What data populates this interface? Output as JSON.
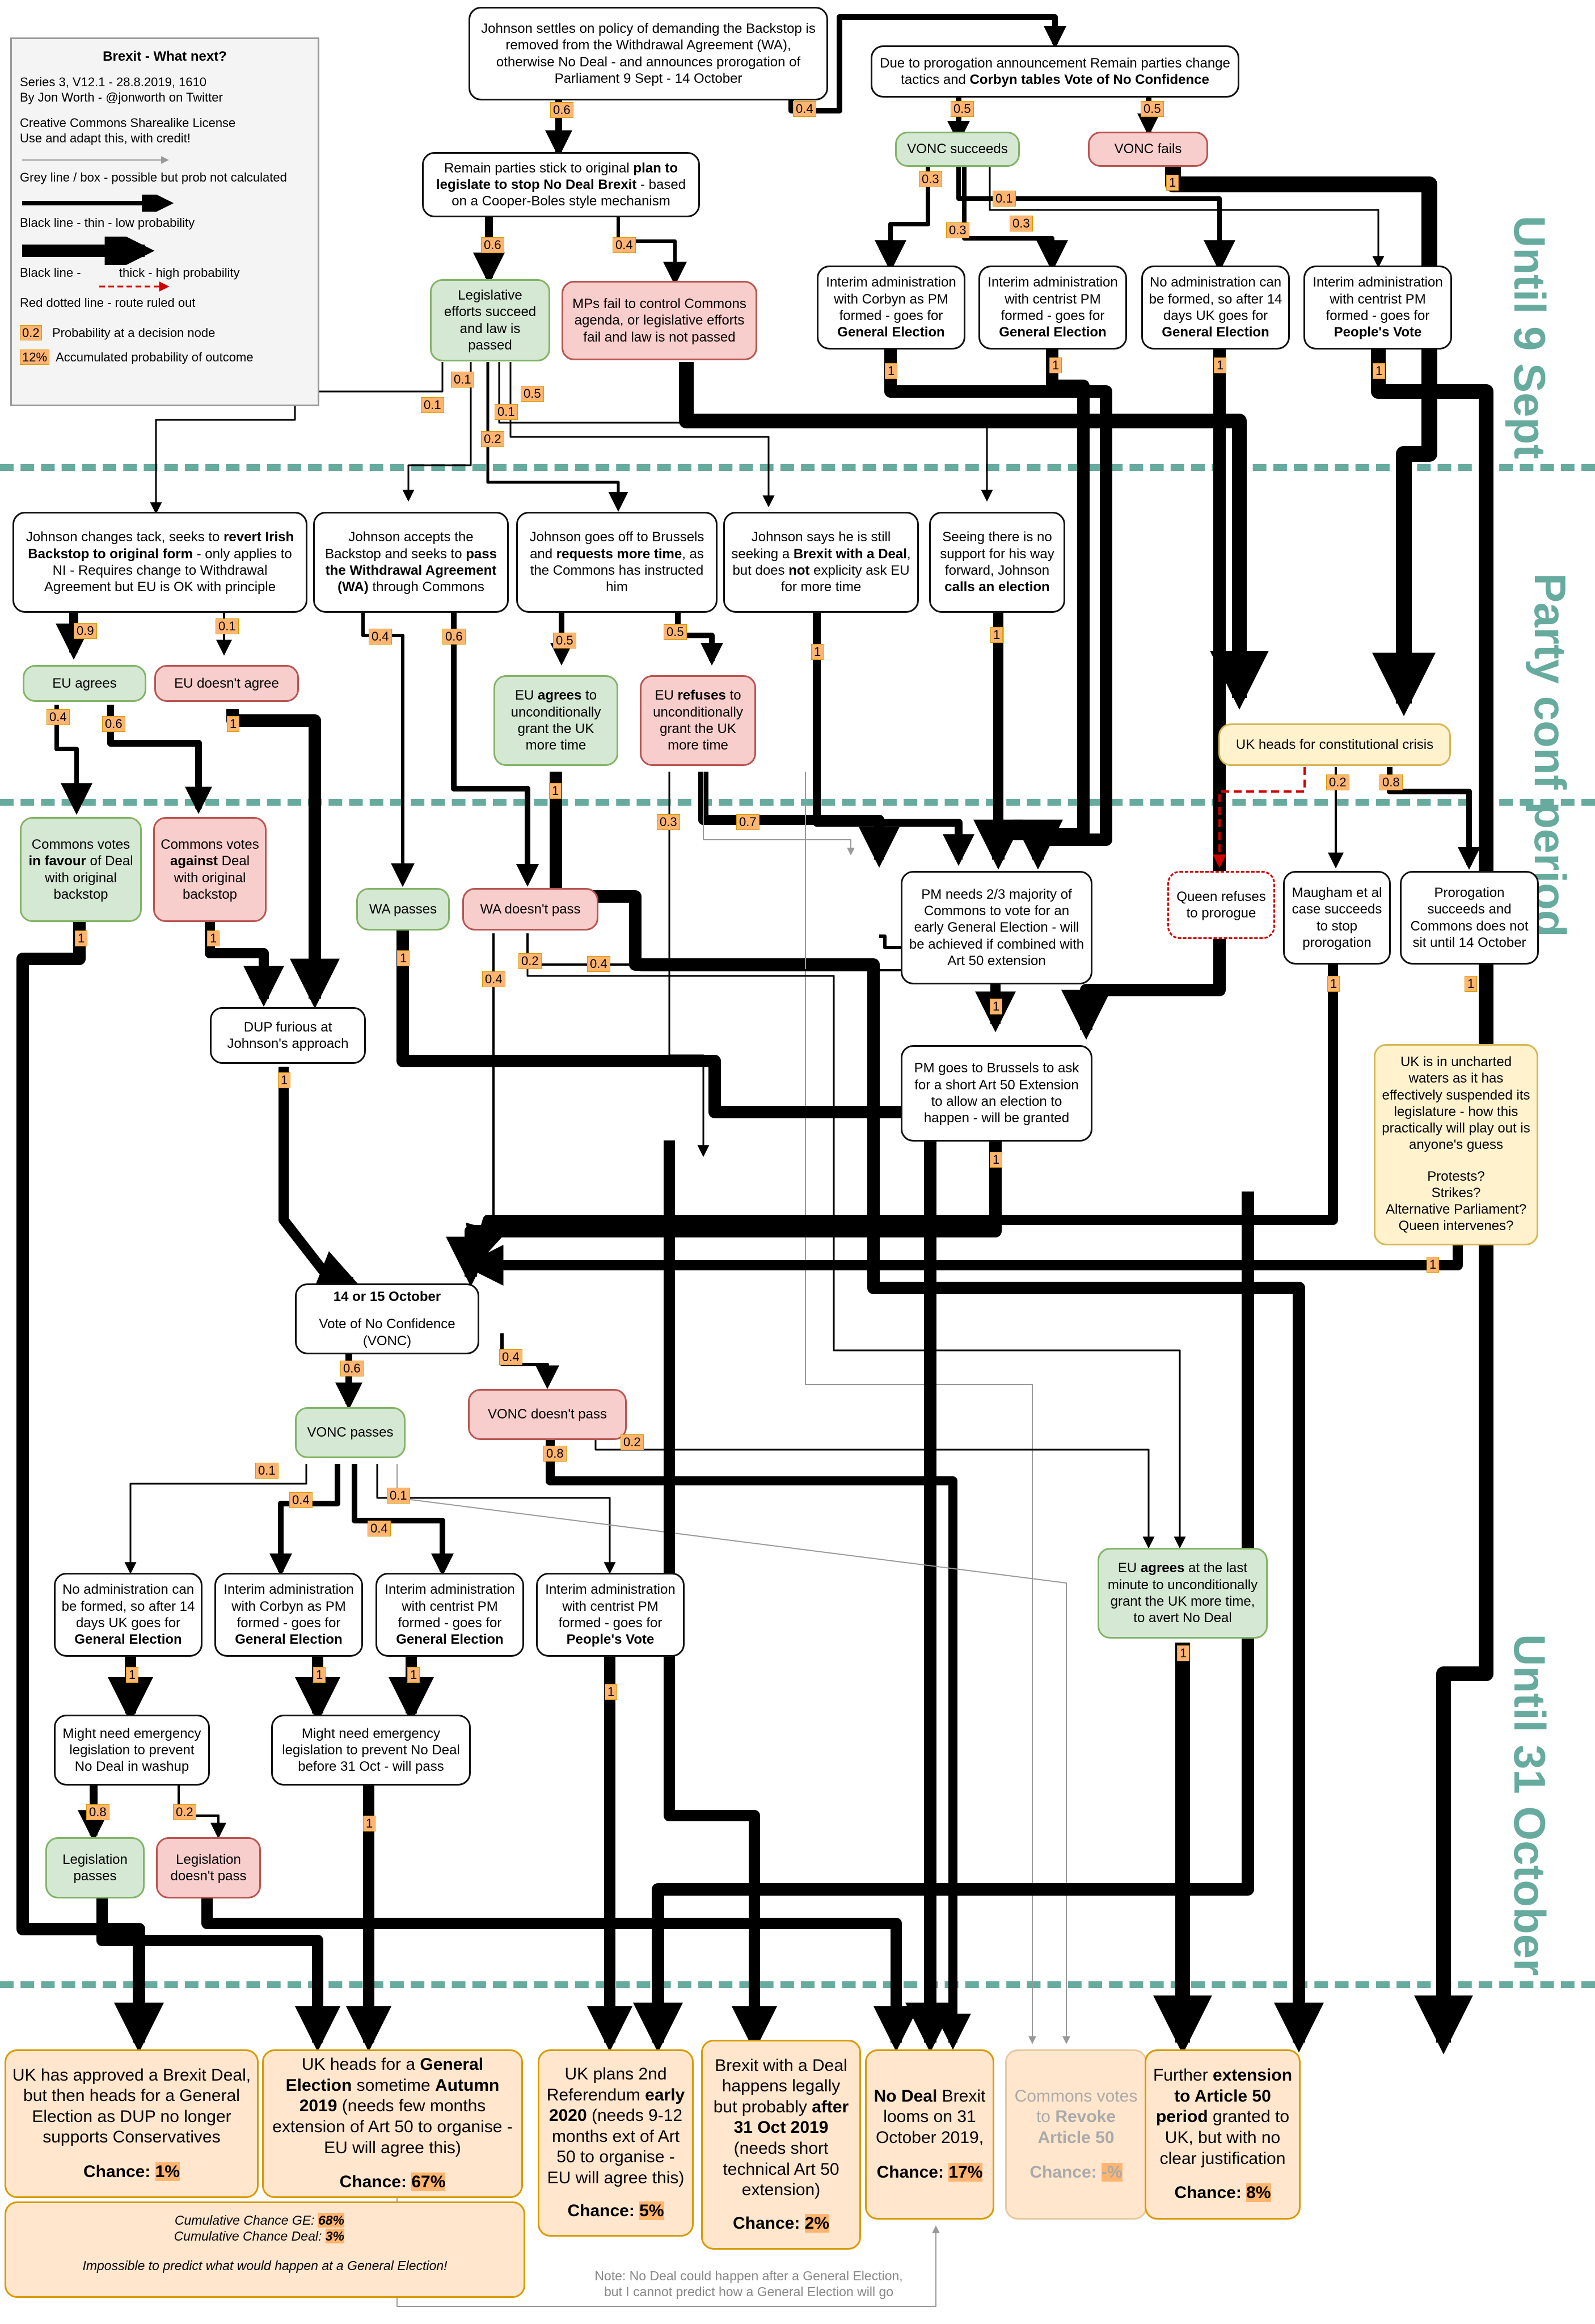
{
  "periods": [
    "Until 9 Sept",
    "Party conf period",
    "Until 31 October"
  ],
  "legend": {
    "title": "Brexit - What next?",
    "meta": [
      "Series 3, V12.1 - 28.8.2019, 1610",
      "By Jon Worth - @jonworth on Twitter"
    ],
    "license": [
      "Creative Commons Sharealike License",
      "Use and adapt this, with credit!"
    ],
    "grey_line": "Grey line / box - possible but prob not calculated",
    "thin_line": "Black line - thin - low probability",
    "thick_line_a": "Black line -",
    "thick_line_b": "thick - high probability",
    "red_line": "Red dotted line - route ruled out",
    "prob_box": "0.2",
    "prob_text": "Probability at a decision node",
    "acc_box": "12%",
    "acc_text": "Accumulated probability of outcome"
  },
  "nodes": {
    "n_start": "Johnson settles on policy of demanding the Backstop is removed from the Withdrawal Agreement (WA), otherwise No Deal - and announces prorogation of Parliament 9 Sept - 14 October",
    "n_remain": [
      "Remain parties stick to original ",
      "plan to legislate to stop No Deal Brexit",
      " - based on a Cooper-Boles style mechanism"
    ],
    "n_prorog_tactics": [
      "Due to prorogation announcement Remain parties change tactics and ",
      "Corbyn tables Vote of No Confidence"
    ],
    "n_vonc_succeeds": "VONC succeeds",
    "n_vonc_fails": "VONC fails",
    "n_leg_succeed": "Legislative efforts succeed and law is passed",
    "n_mps_fail": "MPs fail to control Commons agenda, or legislative efforts fail and law is not passed",
    "n_ia_corbyn": [
      "Interim administration with Corbyn as PM formed - goes for ",
      "General Election"
    ],
    "n_ia_centrist": [
      "Interim administration with centrist PM formed - goes for ",
      "General Election"
    ],
    "n_no_admin": [
      "No administration can be formed, so after 14 days UK goes for ",
      "General Election"
    ],
    "n_ia_pv": [
      "Interim administration with centrist PM formed - goes for ",
      "People's Vote"
    ],
    "n_revert": [
      "Johnson changes tack, seeks to ",
      "revert Irish Backstop to original form",
      " - only applies to NI - Requires change to Withdrawal Agreement but EU is OK with principle"
    ],
    "n_accept_wa": [
      "Johnson accepts the Backstop and seeks to ",
      "pass the Withdrawal Agreement (WA)",
      " through Commons"
    ],
    "n_brussels": [
      "Johnson goes off to Brussels and ",
      "requests more time",
      ", as the Commons has instructed him"
    ],
    "n_still_deal": [
      "Johnson says he is still seeking a ",
      "Brexit with a Deal",
      ", but does ",
      "not",
      " explicity ask EU for more time"
    ],
    "n_election": [
      "Seeing there is no support for his way forward, Johnson ",
      "calls an election"
    ],
    "n_eu_agrees": "EU agrees",
    "n_eu_doesnt": "EU doesn't agree",
    "n_eu_agrees_time": [
      "EU ",
      "agrees",
      " to unconditionally grant the UK more time"
    ],
    "n_eu_refuses_time": [
      "EU ",
      "refuses",
      " to unconditionally grant the UK more time"
    ],
    "n_const_crisis": "UK heads for constitutional crisis",
    "n_commons_favour": [
      "Commons votes ",
      "in favour",
      " of Deal with original backstop"
    ],
    "n_commons_against": [
      "Commons votes ",
      "against",
      " Deal with original backstop"
    ],
    "n_wa_passes": "WA passes",
    "n_wa_doesnt": "WA doesn't pass",
    "n_pm_two_thirds": "PM needs 2/3 majority of Commons to vote for an early General Election - will be achieved if combined with Art 50 extension",
    "n_queen_refuses": "Queen refuses to prorogue",
    "n_maugham": "Maugham et al case succeeds to stop prorogation",
    "n_prorog_succeeds": "Prorogation succeeds and Commons does not sit until 14 October",
    "n_dup": "DUP furious at Johnson's approach",
    "n_pm_brussels": "PM goes to Brussels to ask for a short Art 50 Extension to allow an election to happen - will be granted",
    "n_uncharted": [
      "UK is in uncharted waters as it has effectively suspended its legislature - how this practically will play out is anyone's guess",
      "Protests?",
      "Strikes?",
      "Alternative Parliament?",
      "Queen intervenes?"
    ],
    "n_vonc_oct": [
      "14 or 15 October",
      "Vote of No Confidence (VONC)"
    ],
    "n_vonc_passes": "VONC passes",
    "n_vonc_doesnt": "VONC doesn't pass",
    "n_no_admin2": [
      "No administration can be formed, so after 14 days UK goes for ",
      "General Election"
    ],
    "n_ia_corbyn2": [
      "Interim administration with Corbyn as PM formed - goes for ",
      "General Election"
    ],
    "n_ia_centrist2": [
      "Interim administration with centrist PM formed - goes for ",
      "General Election"
    ],
    "n_ia_pv2": [
      "Interim administration with centrist PM formed - goes for ",
      "People's Vote"
    ],
    "n_eu_last_minute": [
      "EU ",
      "agrees",
      " at the last minute to unconditionally grant the UK more time, to avert No Deal"
    ],
    "n_emerg_washup": "Might need emergency legislation to prevent No Deal in washup",
    "n_emerg_pass": "Might need emergency legislation to prevent No Deal before 31 Oct - will pass",
    "n_leg_passes": "Legislation passes",
    "n_leg_doesnt": "Legislation doesn't pass"
  },
  "outcomes": {
    "o_dup": {
      "text": "UK has approved a Brexit Deal, but then heads for a General Election as DUP no longer supports Conservatives",
      "chance_label": "Chance:",
      "chance": "1%"
    },
    "o_ge": {
      "pre": "UK heads for a ",
      "bold1": "General Election",
      "mid": " sometime ",
      "bold2": "Autumn 2019",
      "post": " (needs few months extension of Art 50 to organise - EU will agree this)",
      "chance_label": "Chance:",
      "chance": "67%"
    },
    "o_ref": {
      "pre": "UK plans 2nd Referendum ",
      "bold1": "early 2020",
      "post": " (needs 9-12 months ext of Art 50 to organise - EU will agree this)",
      "chance_label": "Chance:",
      "chance": "5%"
    },
    "o_deal": {
      "pre": "Brexit with a Deal happens legally but probably ",
      "bold1": "after 31 Oct 2019",
      "post": " (needs short technical Art 50 extension)",
      "chance_label": "Chance:",
      "chance": "2%"
    },
    "o_nodeal": {
      "bold1": "No Deal",
      "post": " Brexit looms on 31 October 2019,",
      "chance_label": "Chance:",
      "chance": "17%"
    },
    "o_revoke": {
      "pre": "Commons votes to ",
      "bold1": "Revoke Article 50",
      "chance_label": "Chance:",
      "chance": "-%"
    },
    "o_ext": {
      "pre": "Further ",
      "bold1": "extension to Article 50 period",
      "post": " granted to UK, but with no clear justification",
      "chance_label": "Chance:",
      "chance": "8%"
    }
  },
  "summary": {
    "ge_label": "Cumulative Chance GE:",
    "ge": "68%",
    "deal_label": "Cumulative Chance Deal:",
    "deal": "3%",
    "note": "Impossible to predict what would happen at a General Election!"
  },
  "footnote": [
    "Note: No Deal could happen after a General Election,",
    "but I cannot predict how a General Election will go"
  ],
  "edge_labels": [
    "0.6",
    "0.4",
    "0.5",
    "0.5",
    "0.3",
    "0.1",
    "0.3",
    "0.3",
    "1",
    "0.6",
    "0.4",
    "1",
    "1",
    "1",
    "1",
    "0.1",
    "0.1",
    "0.2",
    "0.1",
    "0.5",
    "0.9",
    "0.1",
    "0.4",
    "0.6",
    "0.5",
    "0.5",
    "0.4",
    "0.6",
    "1",
    "1",
    "1",
    "1",
    "0.3",
    "0.7",
    "0.2",
    "0.8",
    "1",
    "1",
    "0.4",
    "0.2",
    "0.4",
    "1",
    "1",
    "1",
    "1",
    "1",
    "1",
    "1",
    "0.6",
    "0.4",
    "0.1",
    "0.4",
    "0.4",
    "0.1",
    "0.2",
    "0.8",
    "1",
    "1",
    "1",
    "1",
    "1",
    "0.8",
    "0.2",
    "1"
  ]
}
